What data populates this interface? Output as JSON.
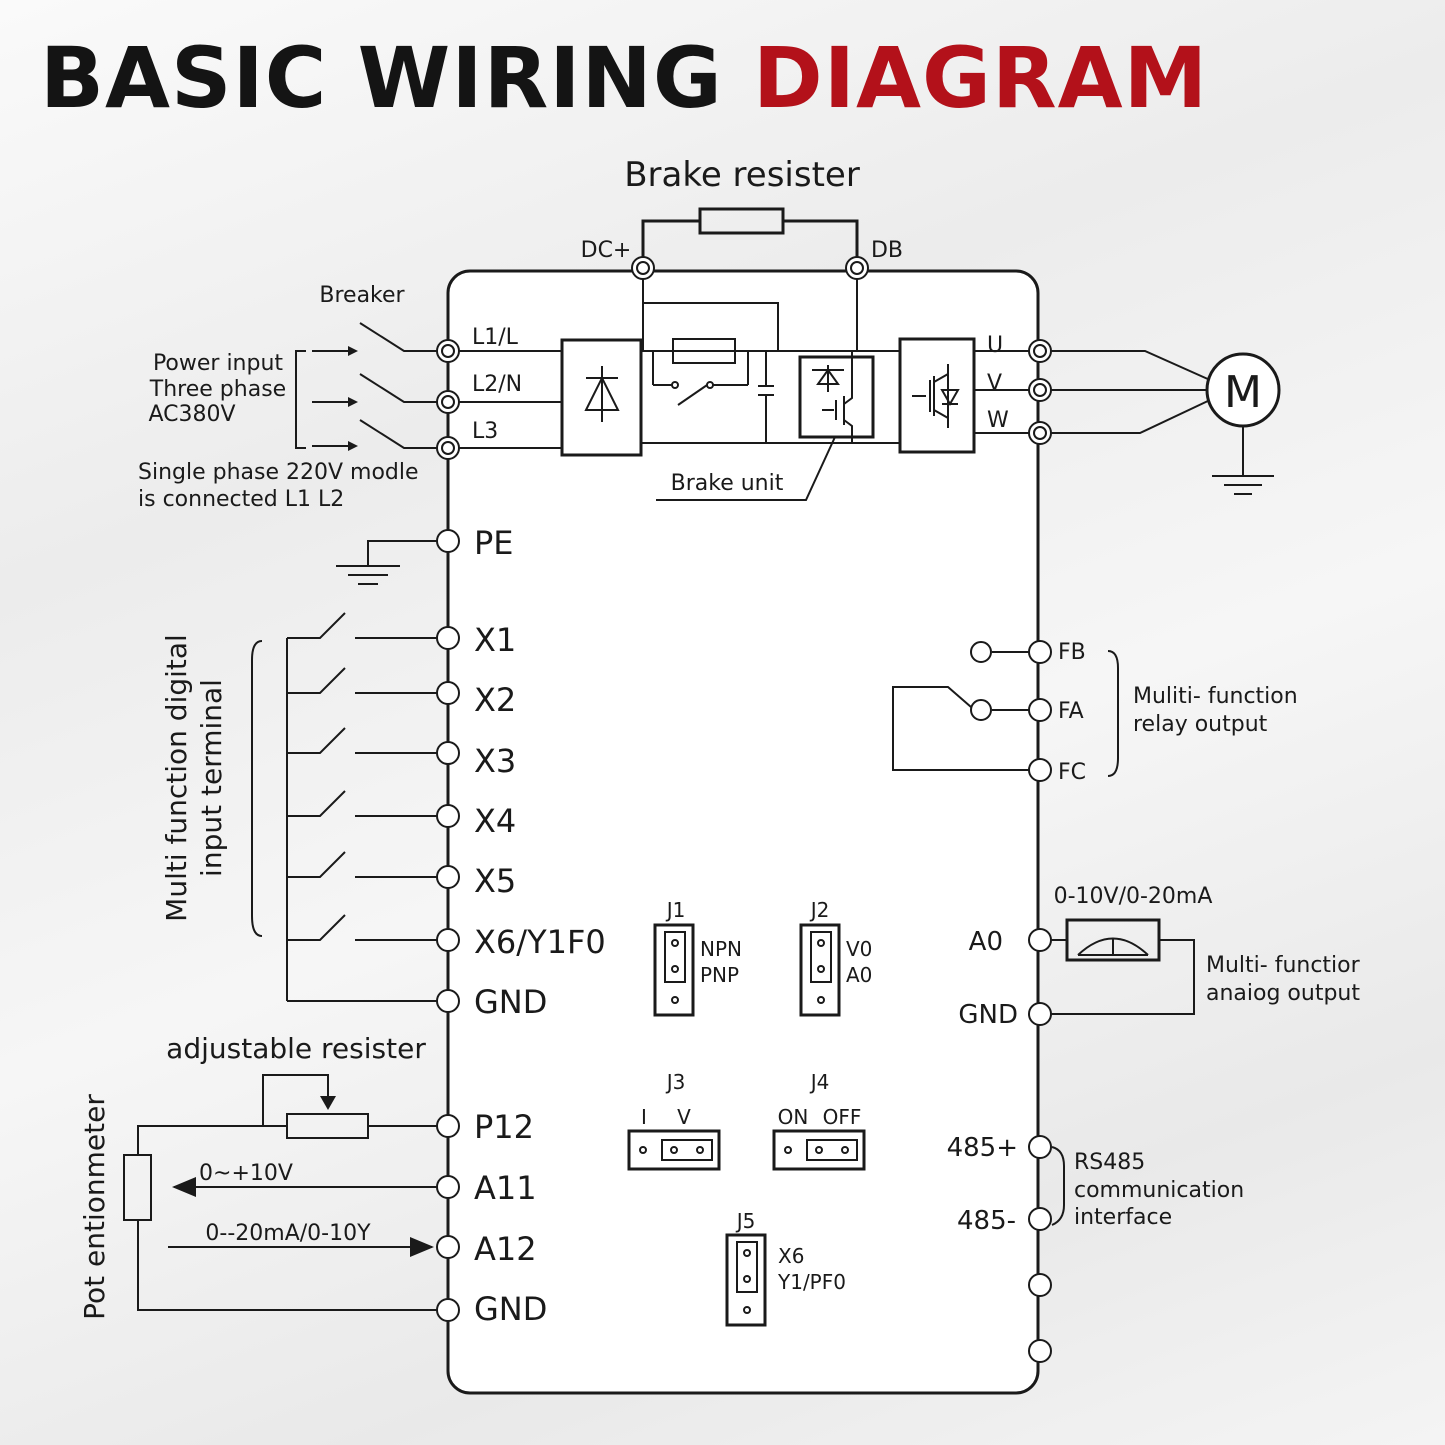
{
  "title": {
    "part1": "BASIC WIRING",
    "part2": "DIAGRAM"
  },
  "colors": {
    "accent": "#b3111a",
    "ink": "#1a1a1a"
  },
  "labels": {
    "brake_resister": "Brake resister",
    "dc_plus": "DC+",
    "db": "DB",
    "breaker": "Breaker",
    "power_input_1": "Power input",
    "power_input_2": "Three phase",
    "power_input_3": "AC380V",
    "single_phase_1": "Single phase 220V modle",
    "single_phase_2": "is connected L1 L2",
    "brake_unit": "Brake unit",
    "motor": "M",
    "digital_input_1": "Multi function digital",
    "digital_input_2": "input terminal",
    "relay_output_1": "Muliti- function",
    "relay_output_2": "relay output",
    "analog_range": "0-10V/0-20mA",
    "analog_output_1": "Multi- functior",
    "analog_output_2": "anaiog output",
    "rs485_1": "RS485",
    "rs485_2": "communication",
    "rs485_3": "interface",
    "adjustable_resister": "adjustable resister",
    "pot": "Pot entionmeter",
    "range_a11": "0~+10V",
    "range_a12": "0--20mA/0-10Y"
  },
  "terminals": {
    "l1": "L1/L",
    "l2": "L2/N",
    "l3": "L3",
    "u": "U",
    "v": "V",
    "w": "W",
    "pe": "PE",
    "x1": "X1",
    "x2": "X2",
    "x3": "X3",
    "x4": "X4",
    "x5": "X5",
    "x6": "X6/Y1F0",
    "gnd_digital": "GND",
    "p12": "P12",
    "a11": "A11",
    "a12": "A12",
    "gnd_analog": "GND",
    "fb": "FB",
    "fa": "FA",
    "fc": "FC",
    "a0": "A0",
    "gnd_a0": "GND",
    "rs485_plus": "485+",
    "rs485_minus": "485-"
  },
  "jumpers": {
    "j1": {
      "name": "J1",
      "opt1": "NPN",
      "opt2": "PNP"
    },
    "j2": {
      "name": "J2",
      "opt1": "V0",
      "opt2": "A0"
    },
    "j3": {
      "name": "J3",
      "opt1": "I",
      "opt2": "V"
    },
    "j4": {
      "name": "J4",
      "opt1": "ON",
      "opt2": "OFF"
    },
    "j5": {
      "name": "J5",
      "opt1": "X6",
      "opt2": "Y1/PF0"
    }
  }
}
